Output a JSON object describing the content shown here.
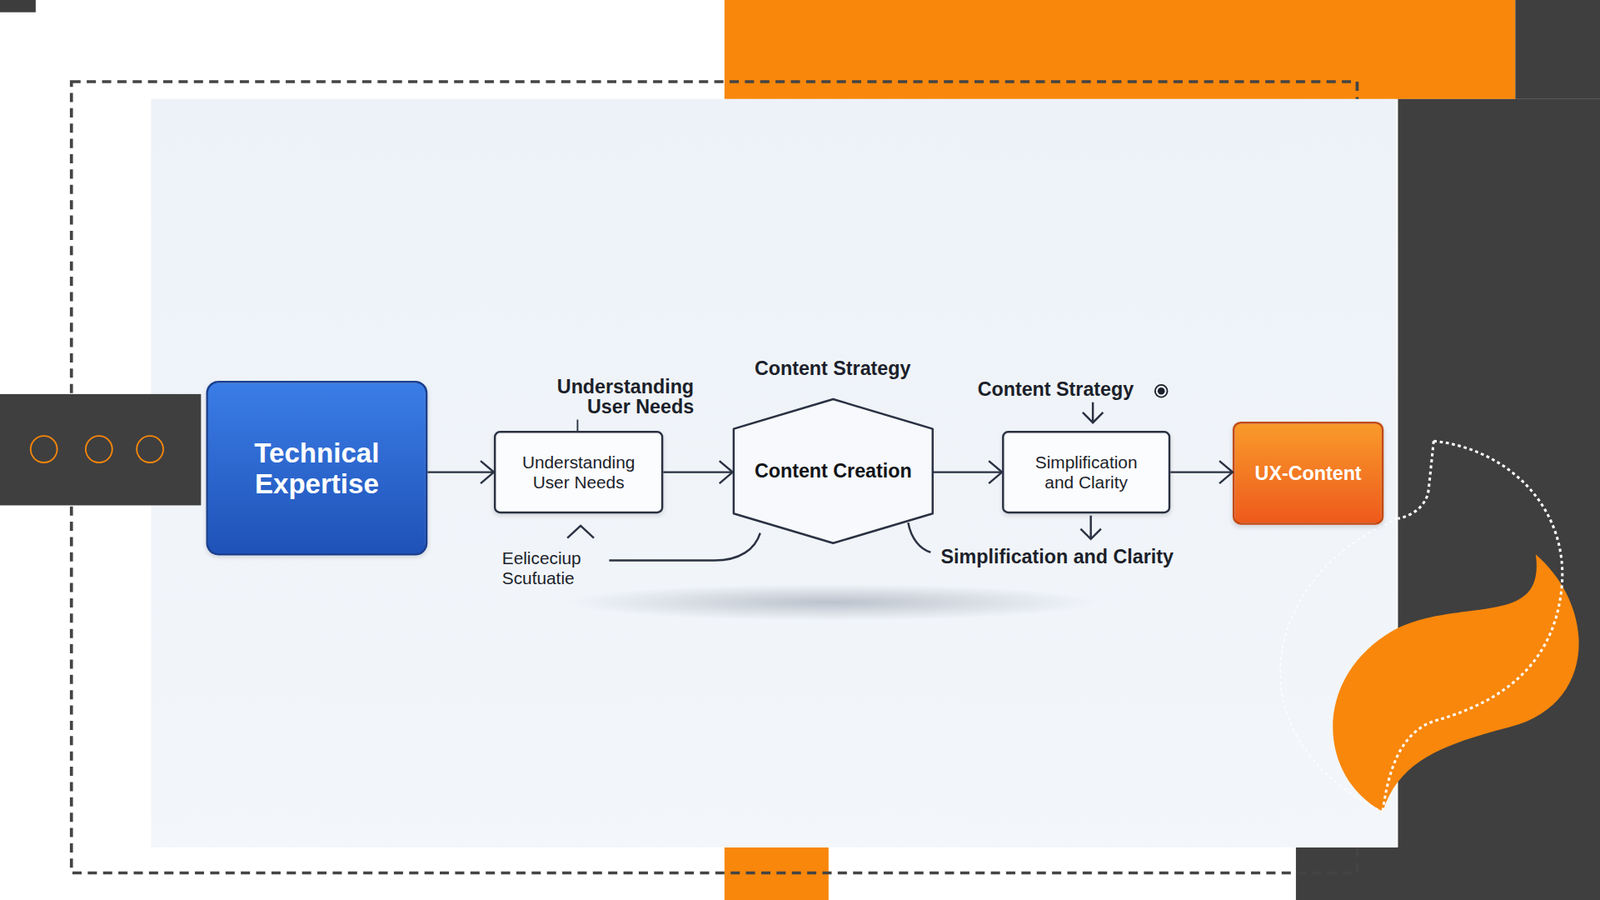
{
  "diagram": {
    "nodes": [
      {
        "text": [
          "Technical Expertise"
        ]
      },
      {
        "text": [
          "Understanding User Needs"
        ]
      },
      {
        "text": [
          "Content Creation"
        ]
      },
      {
        "text": [
          "Simplification and Clarity"
        ]
      },
      {
        "text": [
          "UX-Content"
        ]
      }
    ],
    "edges": [
      {
        "from": 0,
        "to": 1,
        "arrow": "to"
      },
      {
        "from": 1,
        "to": 2,
        "arrow": "to"
      },
      {
        "from": 2,
        "to": 3,
        "arrow": "to"
      },
      {
        "from": 3,
        "to": 4,
        "arrow": "to"
      }
    ],
    "labels": [
      "Content Strategy",
      "Understanding User Needs",
      "Content Strategy",
      "Eeliceciup Scuƭuatie",
      "Simplification and Clarity"
    ]
  }
}
